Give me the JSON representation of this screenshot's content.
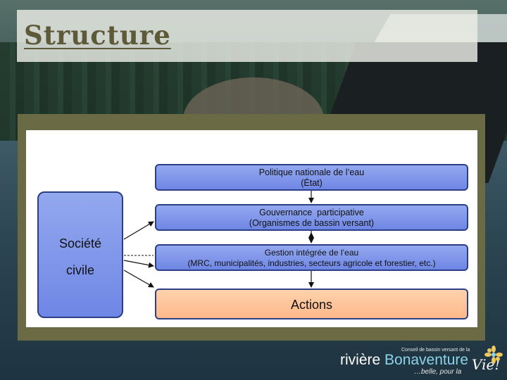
{
  "slide": {
    "title": "Structure"
  },
  "diagram": {
    "boxes": {
      "politique": {
        "line1": "Politique nationale de l’eau",
        "line2": "(État)"
      },
      "gouvernance": {
        "line1": "Gouvernance  participative",
        "line2": "(Organismes de bassin versant)"
      },
      "gestion": {
        "line1": "Gestion intégrée de l’eau",
        "line2": "(MRC, municipalités, industries, secteurs agricole et forestier, etc.)"
      },
      "actions": {
        "line1": "Actions"
      },
      "societe": {
        "line1": "Société",
        "line2": "civile"
      }
    },
    "colors": {
      "box_blue": "#7c92ea",
      "box_orange": "#fdbf94",
      "box_border": "#2b3e86",
      "frame": "#6a6a44"
    }
  },
  "logo": {
    "top_text": "Conseil de bassin versant de la",
    "name_part1": "rivière ",
    "name_part2": "Bonaventure",
    "tagline": "…belle, pour la",
    "tagline_end": "Vie!",
    "icon": "flower-icon"
  }
}
